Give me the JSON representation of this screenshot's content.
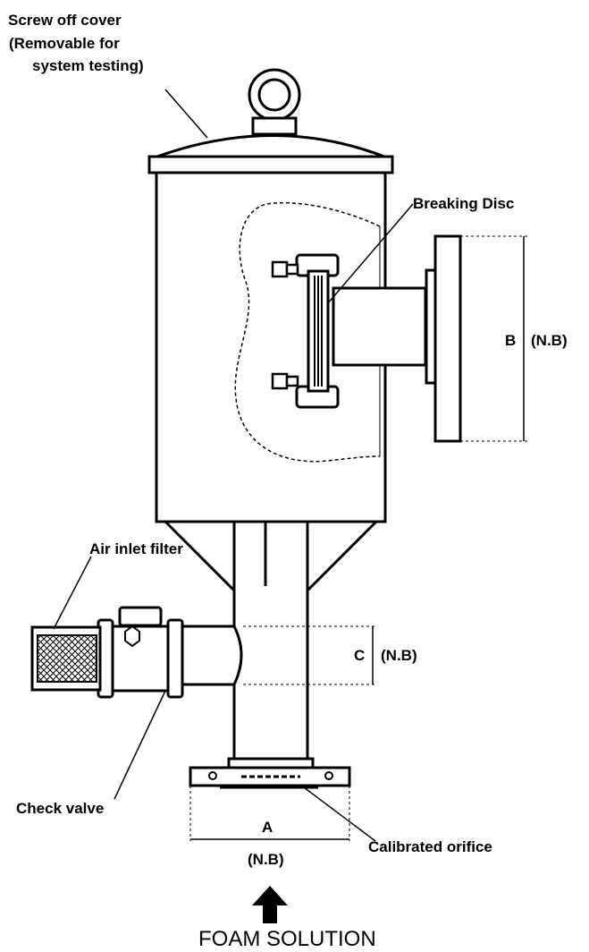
{
  "labels": {
    "cover_line1": "Screw off cover",
    "cover_line2": "(Removable for",
    "cover_line3": "system testing)",
    "breaking_disc": "Breaking Disc",
    "dim_b": "B",
    "dim_b_nb": "(N.B)",
    "air_inlet_filter": "Air inlet filter",
    "dim_c": "C",
    "dim_c_nb": "(N.B)",
    "check_valve": "Check valve",
    "dim_a": "A",
    "dim_a_nb": "(N.B)",
    "calibrated_orifice": "Calibrated orifice",
    "foam_solution": "FOAM SOLUTION"
  },
  "colors": {
    "line": "#000000",
    "background": "#ffffff"
  }
}
